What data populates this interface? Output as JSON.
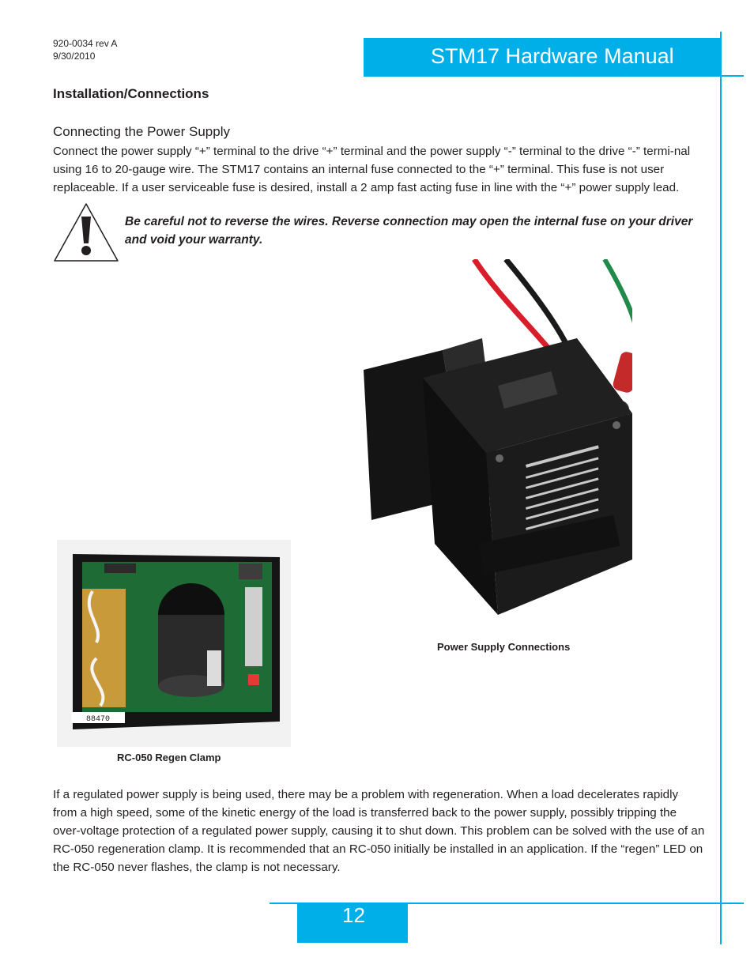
{
  "doc": {
    "number": "920-0034 rev A",
    "date": "9/30/2010"
  },
  "header": {
    "title": "STM17 Hardware Manual"
  },
  "section": {
    "title": "Installation/Connections"
  },
  "subsection": {
    "title": "Connecting the Power Supply"
  },
  "body": {
    "paragraph1": "Connect the power supply “+” terminal to the drive “+” terminal and the power supply “-” terminal to the drive “-” termi-nal using 16 to 20-gauge wire. The STM17 contains an internal fuse connected to the “+” terminal. This fuse is not user replaceable. If a user serviceable fuse is desired, install a 2 amp fast acting fuse in line with the “+” power supply lead.",
    "warning": "Be careful not to reverse the wires. Reverse connection may open the internal fuse on your driver and void your warranty.",
    "paragraph2": "If a regulated power supply is being used, there may be a problem with regeneration. When a load decelerates rapidly from a high speed, some of the kinetic energy of the load is transferred back to the power supply, possibly tripping the over-voltage protection of a regulated power supply, causing it to shut down. This problem can be solved with the use of an RC-050 regeneration clamp. It is recommended that an RC-050 initially be installed in an application. If the “regen” LED on the RC-050 never flashes, the clamp is not necessary."
  },
  "figures": {
    "motor_caption": "Power Supply Connections",
    "clamp_caption": "RC-050 Regen Clamp",
    "board_serial": "88470"
  },
  "footer": {
    "page_number": "12"
  },
  "icons": {
    "warning": "warning-exclamation-icon"
  },
  "colors": {
    "accent": "#00aee8"
  }
}
